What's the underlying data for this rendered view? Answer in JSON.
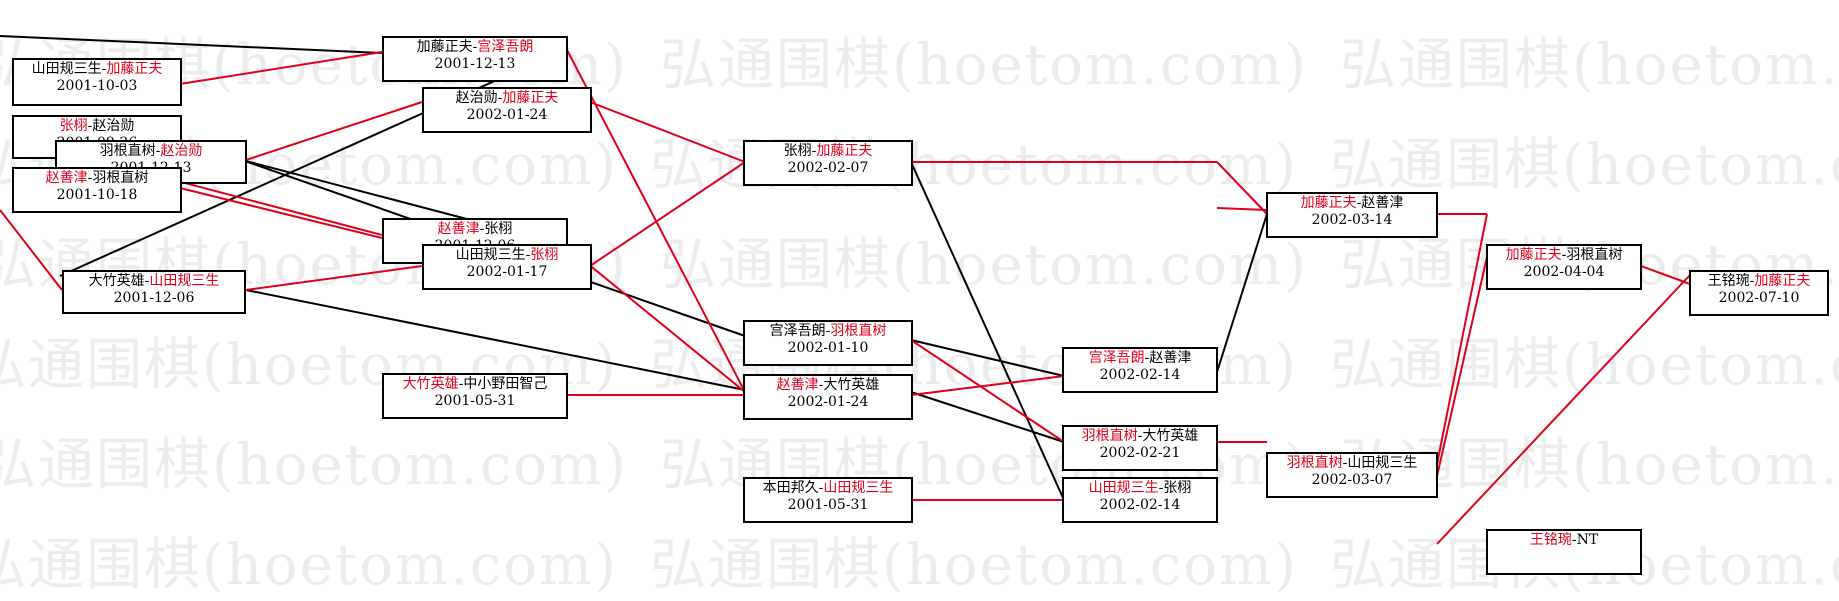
{
  "watermark": "弘通围棋(hoetom.com)",
  "colors": {
    "winner": "#e0001b",
    "loser": "#000000",
    "line_red": "#e0001b",
    "line_black": "#000000"
  },
  "nodes": {
    "yamada_kato": {
      "p1": "山田规三生",
      "sep": "-",
      "p2": "加藤正夫",
      "date": "2001-10-03",
      "winner": 2
    },
    "zhang_zhao": {
      "p1": "张栩",
      "sep": "-",
      "p2": "赵治勋",
      "date": "2001-09-26",
      "winner": 1
    },
    "hane_zhao": {
      "p1": "羽根直树",
      "sep": "-",
      "p2": "赵治勋",
      "date": "2001-12-13",
      "winner": 2
    },
    "zhaosj_hane": {
      "p1": "赵善津",
      "sep": "-",
      "p2": "羽根直树",
      "date": "2001-10-18",
      "winner": 1
    },
    "otake_yamada": {
      "p1": "大竹英雄",
      "sep": "-",
      "p2": "山田规三生",
      "date": "2001-12-06",
      "winner": 2
    },
    "kato_miyazawa": {
      "p1": "加藤正夫",
      "sep": "-",
      "p2": "宫泽吾朗",
      "date": "2001-12-13",
      "winner": 2
    },
    "zhao_kato": {
      "p1": "赵治勋",
      "sep": "-",
      "p2": "加藤正夫",
      "date": "2002-01-24",
      "winner": 2
    },
    "zhaosj_zhang": {
      "p1": "赵善津",
      "sep": "-",
      "p2": "张栩",
      "date": "2001-12-06",
      "winner": 1
    },
    "yamada_zhang": {
      "p1": "山田规三生",
      "sep": "-",
      "p2": "张栩",
      "date": "2002-01-17",
      "winner": 2
    },
    "otake_konoda": {
      "p1": "大竹英雄",
      "sep": "-",
      "p2": "中小野田智己",
      "date": "2001-05-31",
      "winner": 1
    },
    "zhang_kato": {
      "p1": "张栩",
      "sep": "-",
      "p2": "加藤正夫",
      "date": "2002-02-07",
      "winner": 2
    },
    "miyazawa_hane": {
      "p1": "宫泽吾朗",
      "sep": "-",
      "p2": "羽根直树",
      "date": "2002-01-10",
      "winner": 2
    },
    "zhaosj_otake": {
      "p1": "赵善津",
      "sep": "-",
      "p2": "大竹英雄",
      "date": "2002-01-24",
      "winner": 1
    },
    "honda_yamada": {
      "p1": "本田邦久",
      "sep": "-",
      "p2": "山田规三生",
      "date": "2001-05-31",
      "winner": 2
    },
    "miyazawa_zhaosj": {
      "p1": "宫泽吾朗",
      "sep": "-",
      "p2": "赵善津",
      "date": "2002-02-14",
      "winner": 1
    },
    "hane_otake": {
      "p1": "羽根直树",
      "sep": "-",
      "p2": "大竹英雄",
      "date": "2002-02-21",
      "winner": 1
    },
    "yamada_zhang2": {
      "p1": "山田规三生",
      "sep": "-",
      "p2": "张栩",
      "date": "2002-02-14",
      "winner": 1
    },
    "kato_zhaosj": {
      "p1": "加藤正夫",
      "sep": "-",
      "p2": "赵善津",
      "date": "2002-03-14",
      "winner": 1
    },
    "hane_yamada": {
      "p1": "羽根直树",
      "sep": "-",
      "p2": "山田规三生",
      "date": "2002-03-07",
      "winner": 1
    },
    "kato_hane": {
      "p1": "加藤正夫",
      "sep": "-",
      "p2": "羽根直树",
      "date": "2002-04-04",
      "winner": 1
    },
    "wang_nt": {
      "p1": "王铭琬",
      "sep": "-",
      "p2": "NT",
      "date": "",
      "winner": 1
    },
    "wang_kato": {
      "p1": "王铭琬",
      "sep": "-",
      "p2": "加藤正夫",
      "date": "2002-07-10",
      "winner": 2
    }
  }
}
